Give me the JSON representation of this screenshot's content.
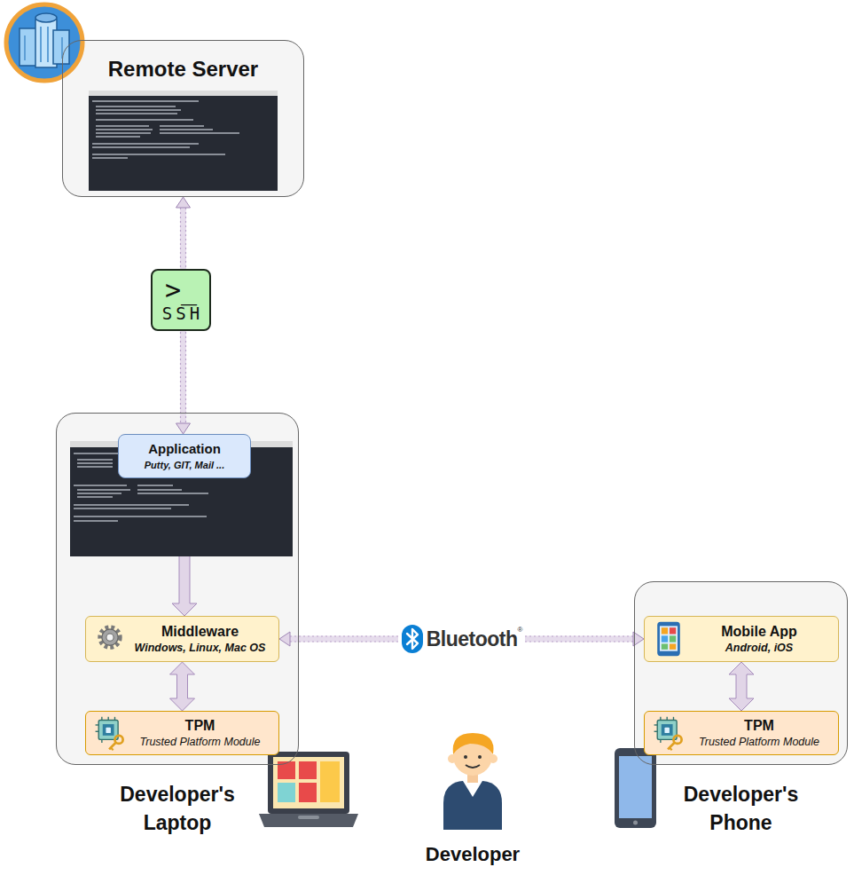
{
  "diagram": {
    "nodes": [
      {
        "text": [
          "Remote Server"
        ]
      },
      {
        "text": [
          "Developer's Laptop"
        ]
      },
      {
        "text": [
          "Application",
          "Putty, GIT, Mail ..."
        ],
        "in": 1
      },
      {
        "text": [
          "Middleware",
          "Windows, Linux, Mac OS"
        ],
        "in": 1
      },
      {
        "text": [
          "TPM",
          "Trusted Platform Module"
        ],
        "in": 1
      },
      {
        "text": [
          "Developer's Phone"
        ]
      },
      {
        "text": [
          "Mobile App",
          "Android, iOS"
        ],
        "in": 5
      },
      {
        "text": [
          "TPM",
          "Trusted Platform Module"
        ],
        "in": 5
      }
    ],
    "edges": [
      {
        "from": 0,
        "to": 2,
        "arrow": "both",
        "label": "SSH"
      },
      {
        "from": 2,
        "to": 3,
        "arrow": "both"
      },
      {
        "from": 3,
        "to": 4,
        "arrow": "both"
      },
      {
        "from": 3,
        "to": 6,
        "arrow": "both",
        "label": "Bluetooth"
      },
      {
        "from": 6,
        "to": 7,
        "arrow": "both"
      }
    ],
    "labels": [
      ">_",
      "®",
      "Developer"
    ]
  }
}
